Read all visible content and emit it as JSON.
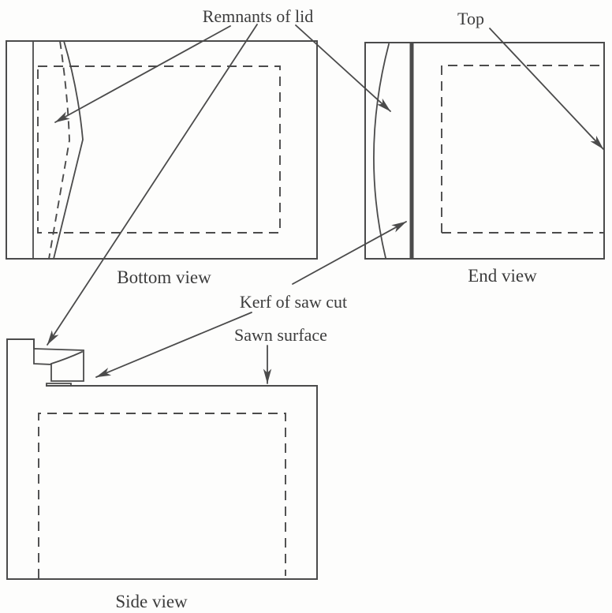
{
  "figure": {
    "views": [
      {
        "id": "bottom-view",
        "caption": "Bottom view"
      },
      {
        "id": "end-view",
        "caption": "End view"
      },
      {
        "id": "side-view",
        "caption": "Side view"
      }
    ],
    "callouts": [
      {
        "id": "remnants-of-lid",
        "label": "Remnants of lid"
      },
      {
        "id": "top",
        "label": "Top"
      },
      {
        "id": "kerf-of-saw-cut",
        "label": "Kerf of saw cut"
      },
      {
        "id": "sawn-surface",
        "label": "Sawn surface"
      }
    ]
  },
  "colors": {
    "background": "#fdfdfc",
    "line": "#4b4b4b",
    "kerf": "#1e1e1e",
    "text": "#3c3c3c"
  }
}
